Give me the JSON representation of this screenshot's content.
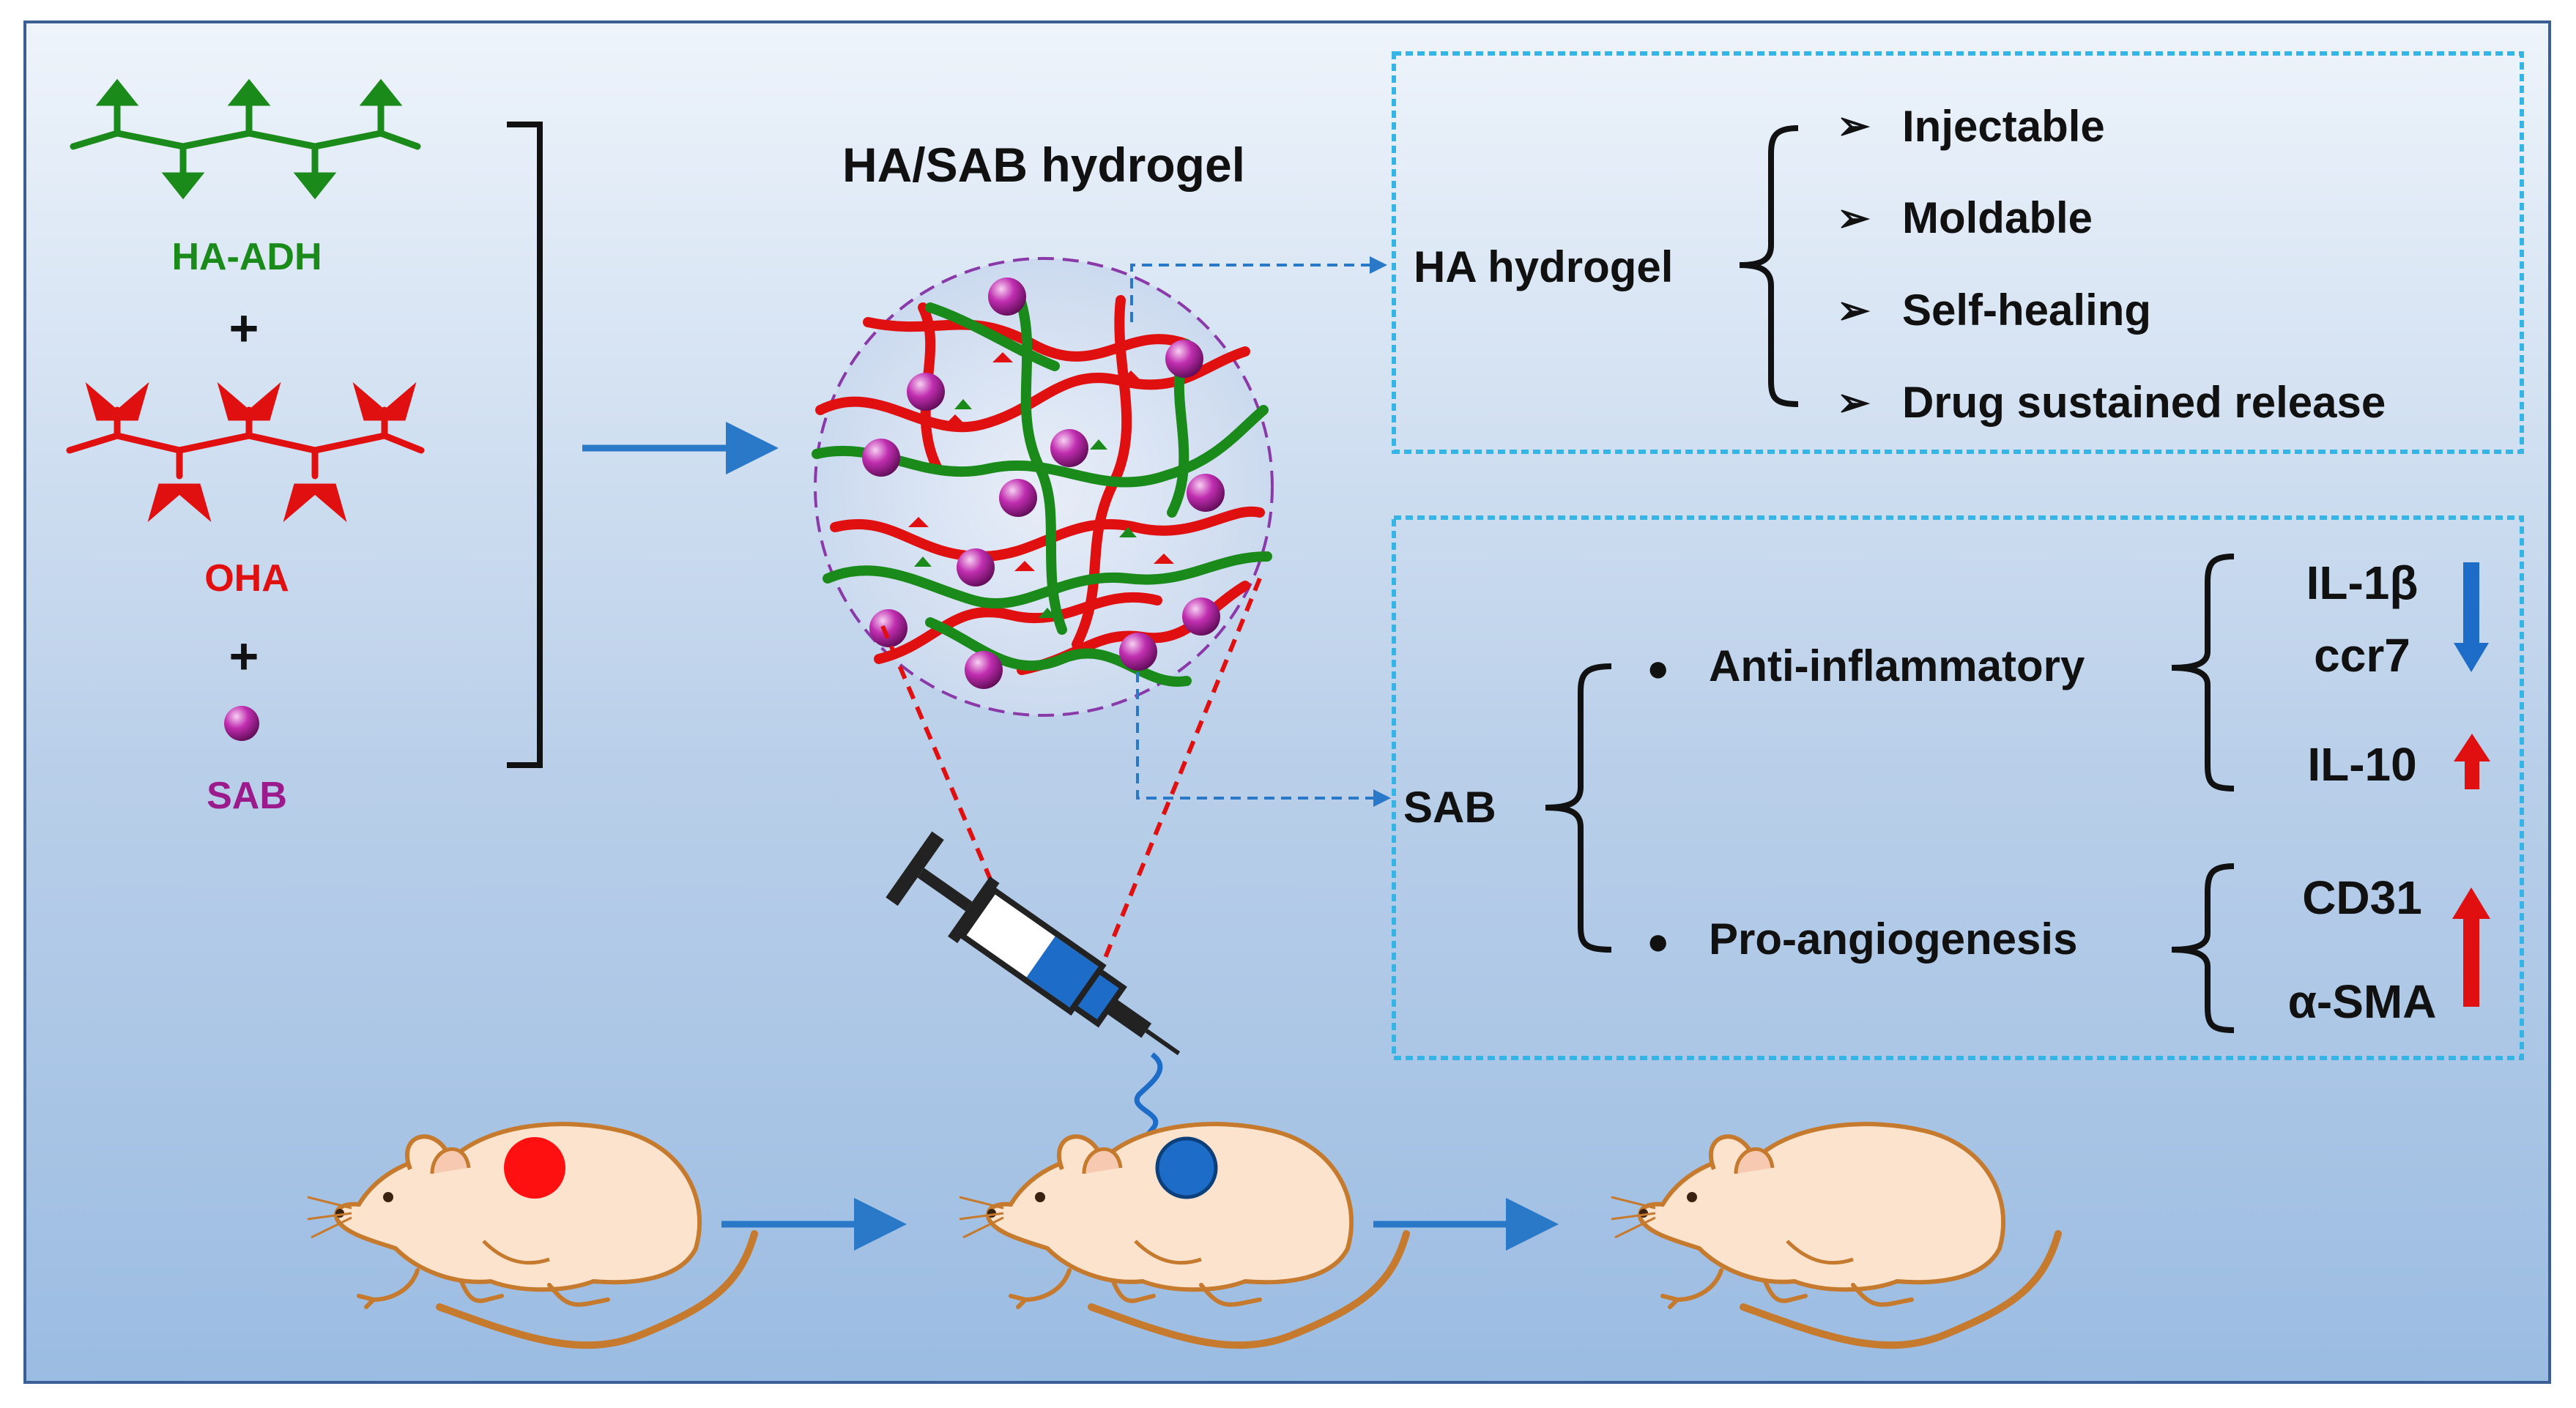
{
  "title": "HA/SAB hydrogel",
  "components": {
    "ha_adh": "HA-ADH",
    "plus_1": "+",
    "oha": "OHA",
    "plus_2": "+",
    "sab": "SAB"
  },
  "ha_hydrogel": {
    "label": "HA hydrogel",
    "properties": [
      "Injectable",
      "Moldable",
      "Self-healing",
      "Drug sustained release"
    ]
  },
  "sab_panel": {
    "label": "SAB",
    "effects": [
      {
        "name": "Anti-inflammatory",
        "markers": [
          "IL-1β",
          "ccr7",
          "IL-10"
        ]
      },
      {
        "name": "Pro-angiogenesis",
        "markers": [
          "CD31",
          "α-SMA"
        ]
      }
    ]
  },
  "bullet_char": "➢",
  "dot_char": "●",
  "colors": {
    "green": "#1a8a1a",
    "red": "#e01010",
    "purple": "#9b1a8c",
    "blue_arrow": "#2a78c8",
    "cyan_box": "#35b5e5",
    "wound_red": "#ff1010",
    "wound_blue": "#1c6cc8",
    "rat_fill": "#fbe3cd",
    "rat_stroke": "#c67a2e"
  },
  "icons": [
    "syringe-icon",
    "rat-icon",
    "nanoparticle-icon",
    "up-arrow-icon",
    "down-arrow-icon"
  ]
}
